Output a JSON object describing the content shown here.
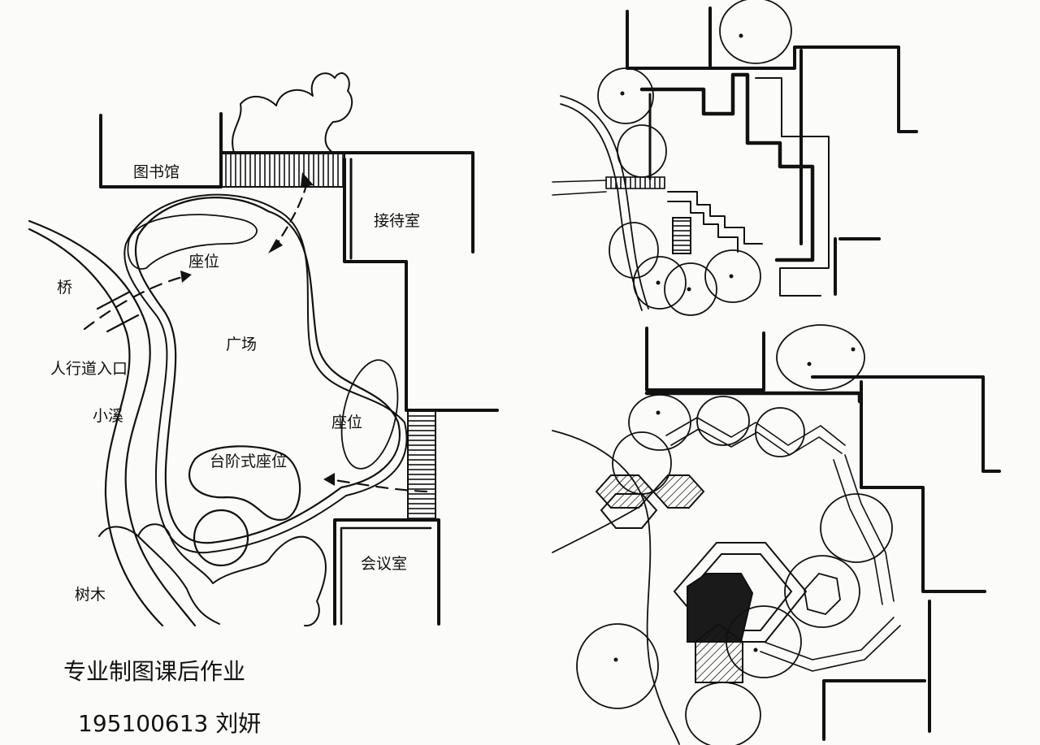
{
  "plan_a": {
    "labels": {
      "library": "图书馆",
      "reception": "接待室",
      "seat_top": "座位",
      "bridge": "桥",
      "plaza": "广场",
      "pedestrian_entrance": "人行道入口",
      "stream": "小溪",
      "seat_right": "座位",
      "stepped_seating": "台阶式座位",
      "trees": "树木",
      "meeting_room": "会议室"
    }
  },
  "footer": {
    "title": "专业制图课后作业",
    "id_and_name": "195100613 刘妍"
  }
}
